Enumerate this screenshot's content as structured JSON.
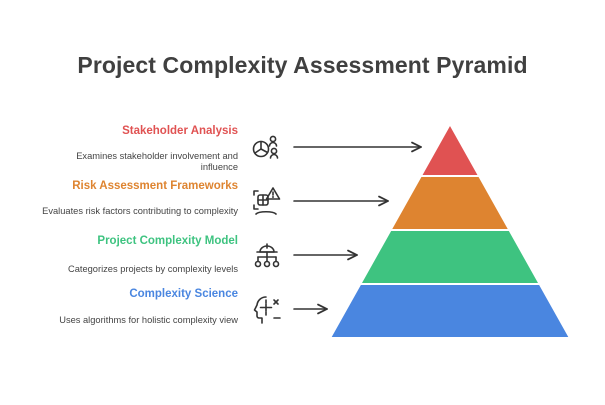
{
  "title": "Project Complexity Assessment Pyramid",
  "levels": [
    {
      "label": "Stakeholder Analysis",
      "description": "Examines stakeholder involvement and influence",
      "icon": "stakeholder-chart-icon",
      "color": "#E05252"
    },
    {
      "label": "Risk Assessment Frameworks",
      "description": "Evaluates risk factors contributing to complexity",
      "icon": "risk-warning-icon",
      "color": "#DE8430"
    },
    {
      "label": "Project Complexity Model",
      "description": "Categorizes projects by complexity levels",
      "icon": "hierarchy-model-icon",
      "color": "#3EC380"
    },
    {
      "label": "Complexity Science",
      "description": "Uses algorithms for holistic complexity view",
      "icon": "brain-algorithm-icon",
      "color": "#4A86E0"
    }
  ]
}
